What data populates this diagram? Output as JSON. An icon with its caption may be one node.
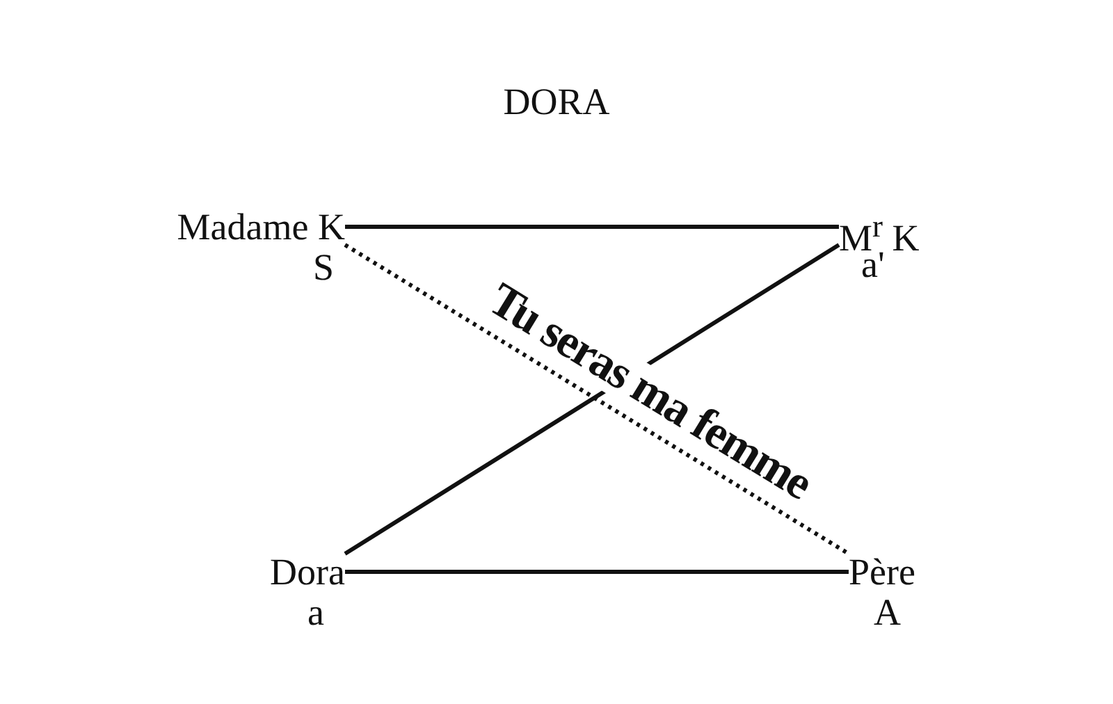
{
  "diagram": {
    "title": "DORA",
    "nodes": [
      {
        "text": [
          "Madame K"
        ],
        "beside": [
          "S"
        ]
      },
      {
        "text": [
          "M$^{r}$ K"
        ],
        "beside": [
          "a'"
        ]
      },
      {
        "text": [
          "Dora"
        ],
        "beside": [
          "a"
        ]
      },
      {
        "text": [
          "Père"
        ],
        "beside": [
          "A"
        ]
      }
    ],
    "edges": [
      {
        "from": 0,
        "to": 1,
        "arrow": "none"
      },
      {
        "from": 1,
        "to": 2,
        "arrow": "none"
      },
      {
        "from": 2,
        "to": 3,
        "arrow": "none"
      },
      {
        "from": 0,
        "to": 3,
        "arrow": "none",
        "style": "dashed",
        "label": "Tu seras ma femme"
      }
    ]
  }
}
